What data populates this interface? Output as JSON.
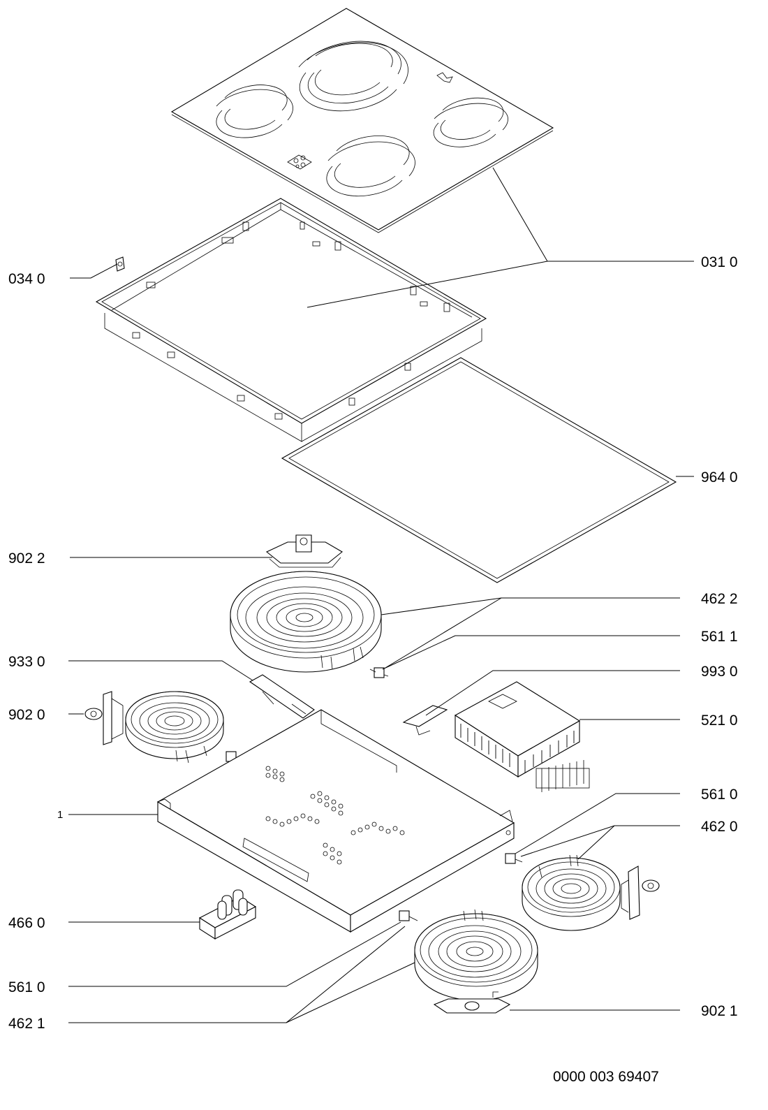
{
  "labels": {
    "l0310": "031 0",
    "l0340": "034 0",
    "l9640": "964 0",
    "l9022": "902 2",
    "l4622": "462 2",
    "l5611a": "561 1",
    "l9330": "933 0",
    "l9930": "993 0",
    "l9020": "902 0",
    "l5210": "521 0",
    "l1": "1",
    "l5610a": "561 0",
    "l4620": "462 0",
    "l4660": "466 0",
    "l5610b": "561 0",
    "l9021": "902 1",
    "l4621": "462 1"
  },
  "footer": {
    "code": "0000 003 69407"
  }
}
